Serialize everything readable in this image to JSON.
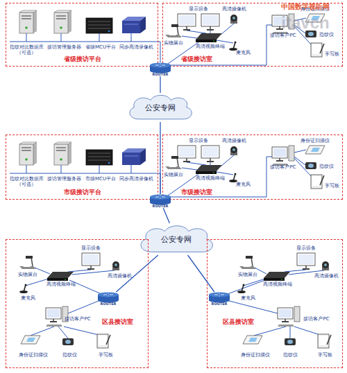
{
  "diagram": {
    "nodes": [
      {
        "text": [
          "省级接访平台"
        ]
      },
      {
        "text": [
          "省级接访室"
        ]
      },
      {
        "text": [
          "ROUTER"
        ]
      },
      {
        "text": [
          "公安专网"
        ]
      },
      {
        "text": [
          "市级接访平台"
        ]
      },
      {
        "text": [
          "市级接访室"
        ]
      },
      {
        "text": [
          "ROUTER"
        ]
      },
      {
        "text": [
          "公安专网"
        ]
      },
      {
        "text": [
          "区县接访室"
        ]
      },
      {
        "text": [
          "ROUTER"
        ],
        "in": 8
      },
      {
        "text": [
          "区县接访室"
        ]
      },
      {
        "text": [
          "ROUTER"
        ],
        "in": 10
      }
    ],
    "edges": [
      {
        "from": 2,
        "to": 3,
        "arrow": "none"
      },
      {
        "from": 3,
        "to": 6,
        "arrow": "none"
      },
      {
        "from": 6,
        "to": 7,
        "arrow": "none"
      },
      {
        "from": 7,
        "to": 9,
        "arrow": "none"
      },
      {
        "from": 7,
        "to": 11,
        "arrow": "none"
      }
    ],
    "labels": [
      "指纹对比数据库 （可选）",
      "接访管理服务器",
      "省级MCU平台",
      "同步高清录像机",
      "显示设备",
      "高清摄像机",
      "实物展台",
      "高清视频终端",
      "麦克风",
      "接访客户PC",
      "身份证扫描仪",
      "指纹仪",
      "手写板",
      "指纹对比数据库 （可选）",
      "接访管理服务器",
      "市级MCU平台",
      "同步高清录像机",
      "显示设备",
      "高清摄像机",
      "实物展台",
      "高清视频终端",
      "麦克风",
      "接访客户PC",
      "身份证扫描仪",
      "指纹仪",
      "手写板",
      "显示设备",
      "实物展台",
      "高清视频终端",
      "高清摄像机",
      "麦克风",
      "接访客户PC",
      "身份证扫描仪",
      "指纹仪",
      "手写板",
      "显示设备",
      "实物展台",
      "高清视频终端",
      "高清摄像机",
      "麦克风",
      "接访客户PC",
      "身份证扫描仪",
      "指纹仪",
      "手写板",
      "中国数字视听网",
      "itavcn"
    ]
  }
}
